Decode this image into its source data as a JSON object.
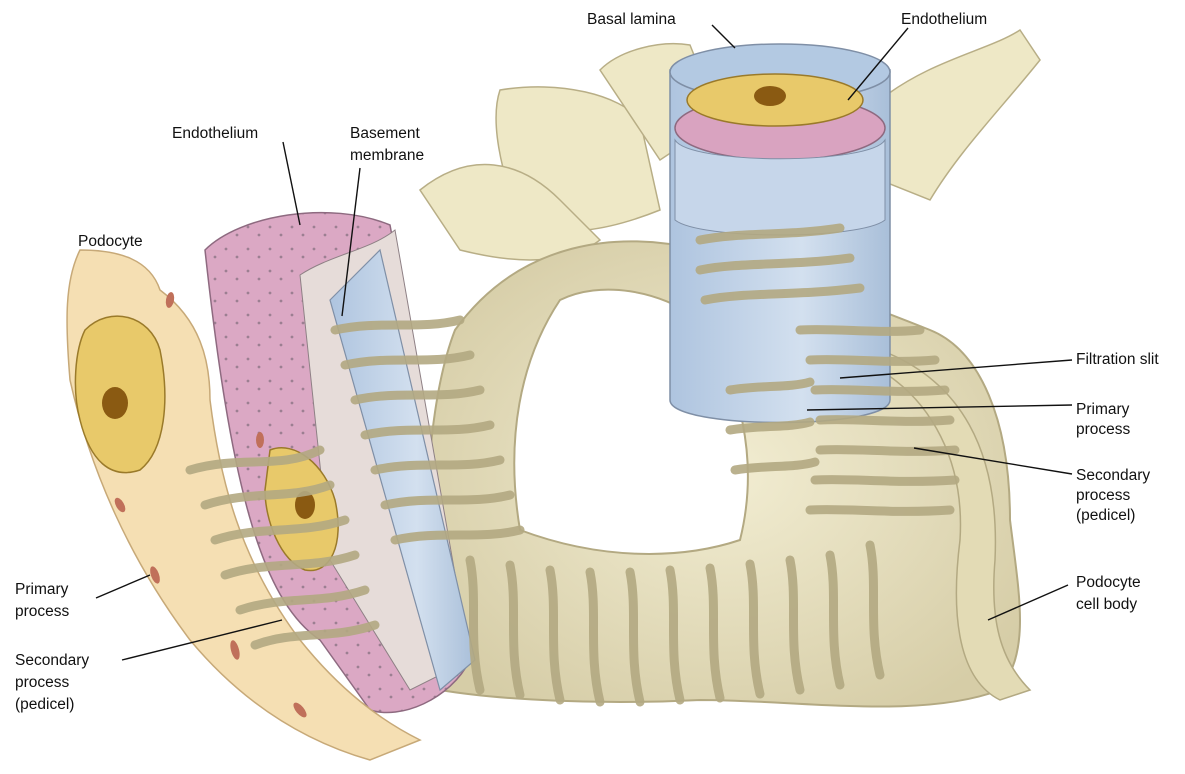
{
  "labels": {
    "basal_lamina": "Basal lamina",
    "endothelium_top": "Endothelium",
    "endothelium_left": "Endothelium",
    "basement_membrane": [
      "Basement",
      "membrane"
    ],
    "podocyte": "Podocyte",
    "filtration_slit": "Filtration slit",
    "primary_process_right": [
      "Primary",
      "process"
    ],
    "secondary_process_right": [
      "Secondary",
      "process",
      "(pedicel)"
    ],
    "podocyte_cell_body": [
      "Podocyte",
      "cell body"
    ],
    "primary_process_left": [
      "Primary",
      "process"
    ],
    "secondary_process_left": [
      "Secondary",
      "process",
      "(pedicel)"
    ]
  },
  "colors": {
    "podocyte_cream": "#efe9c8",
    "podocyte_shade": "#cfc6a0",
    "endothelium_pink": "#d9a3c0",
    "basal_lamina_blue": "#bccfe4",
    "nucleus_yellow": "#e6c25c",
    "nucleolus": "#8a5a12",
    "cell_tan": "#f4ddb0",
    "mitochondria": "#c0705a"
  }
}
